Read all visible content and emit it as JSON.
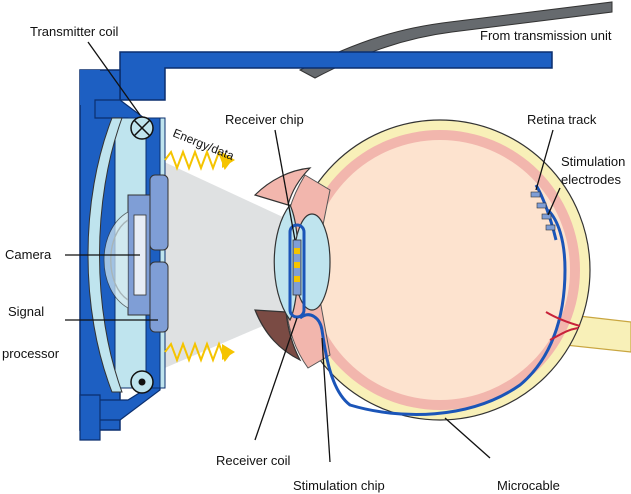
{
  "labels": {
    "transmitter_coil": "Transmitter coil",
    "from_transmission_unit": "From transmission unit",
    "energy_data": "Energy/data",
    "receiver_chip": "Receiver chip",
    "retina_track": "Retina track",
    "stimulation_electrodes_1": "Stimulation",
    "stimulation_electrodes_2": "electrodes",
    "camera": "Camera",
    "signal_processor_1": "Signal",
    "signal_processor_2": "processor",
    "receiver_coil": "Receiver coil",
    "stimulation_chip": "Stimulation chip",
    "microcable": "Microcable"
  },
  "colors": {
    "frame_blue": "#1d5fc2",
    "lens_cyan": "#bfe4ee",
    "chip_blue": "#7f9ed6",
    "eye_interior": "#fde3cf",
    "choroid_red": "#f2b6ad",
    "sclera_yellow": "#f8f0b8",
    "cable_blue": "#1b55b8",
    "beam_gray": "#d9dcdd",
    "signal_yellow": "#f5c400"
  }
}
